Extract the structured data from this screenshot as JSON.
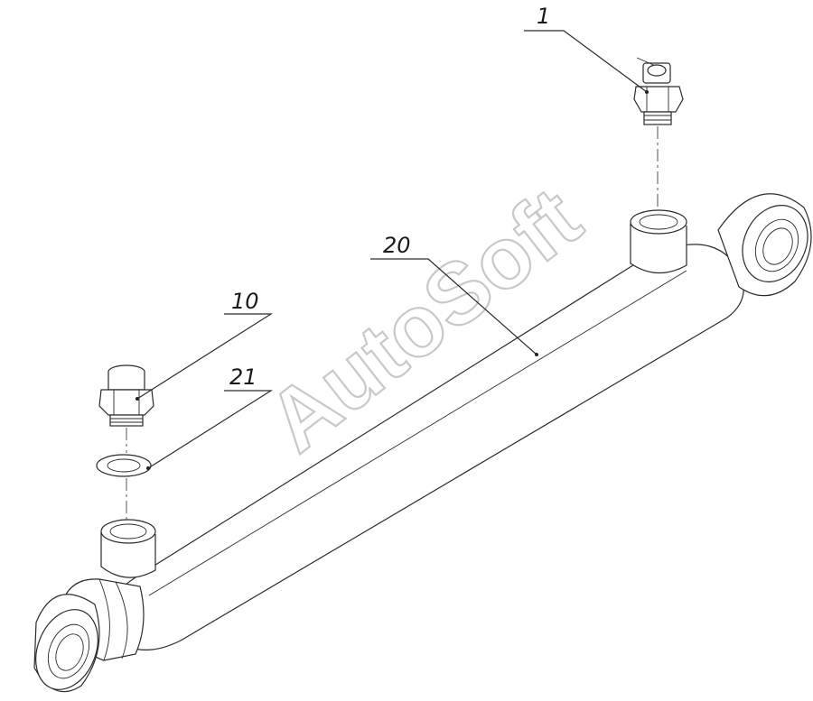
{
  "watermark": "AutoSoft",
  "callouts": {
    "c1": "1",
    "c10": "10",
    "c20": "20",
    "c21": "21"
  }
}
